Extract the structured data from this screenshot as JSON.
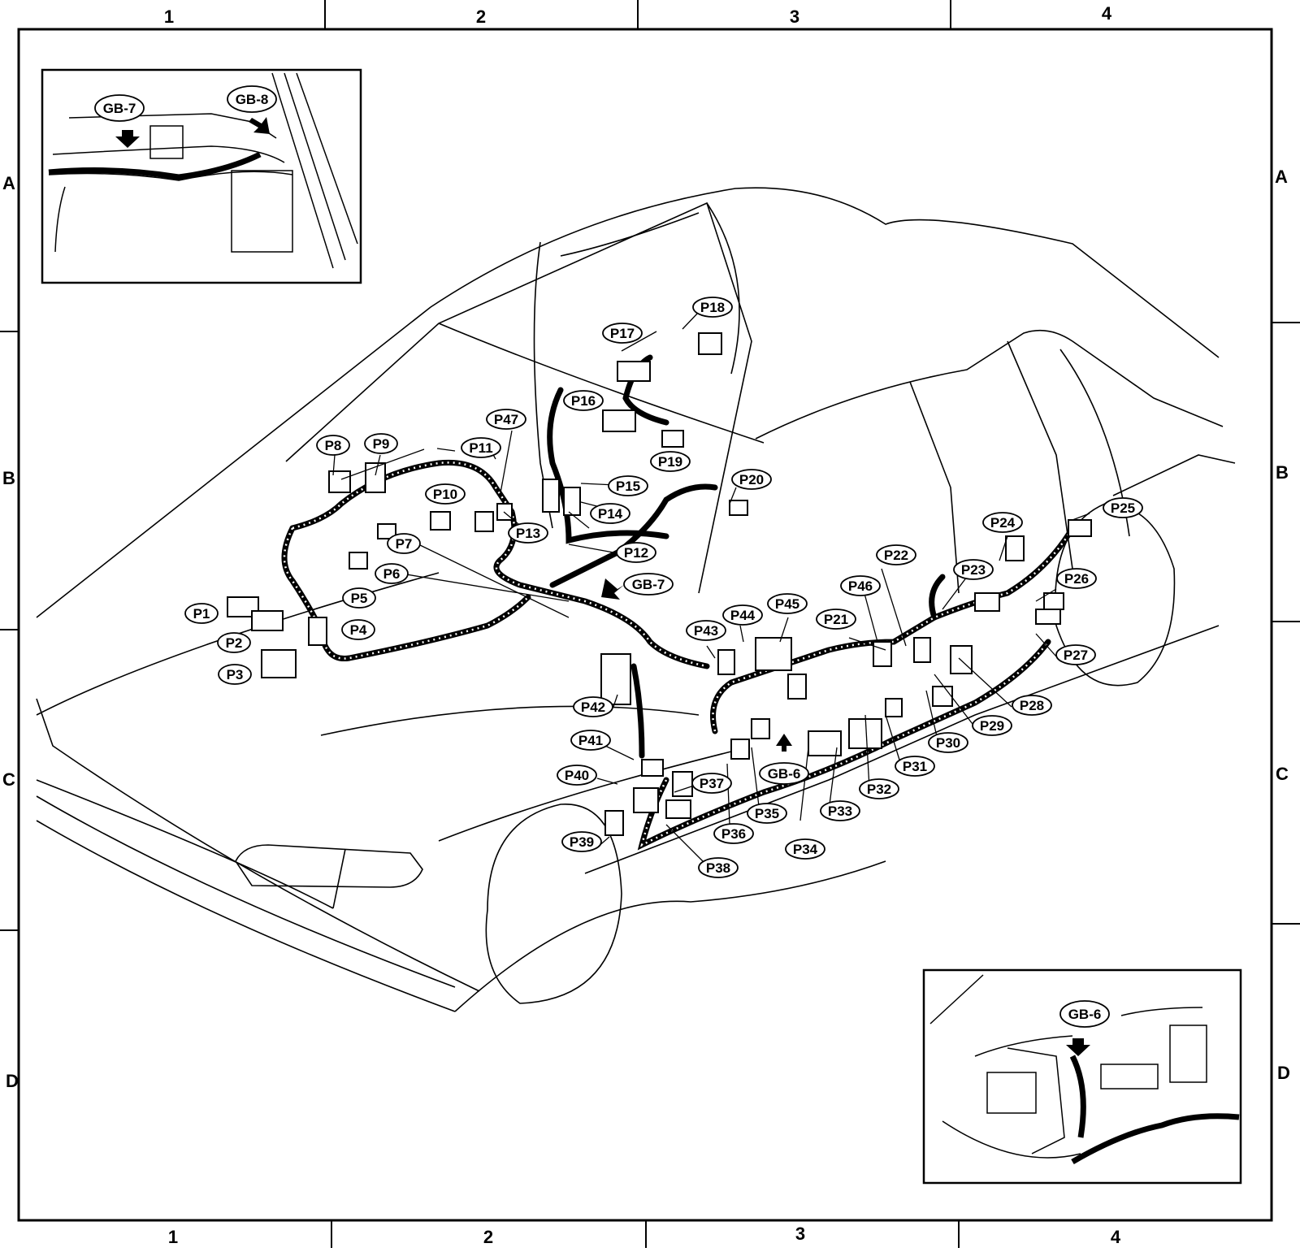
{
  "grid": {
    "columns": [
      "1",
      "2",
      "3",
      "4"
    ],
    "rows": [
      "A",
      "B",
      "C",
      "D"
    ]
  },
  "ground_labels": [
    "GB-7",
    "GB-8",
    "GB-6"
  ],
  "connector_labels": [
    "P1",
    "P2",
    "P3",
    "P4",
    "P5",
    "P6",
    "P7",
    "P8",
    "P9",
    "P10",
    "P11",
    "P12",
    "P13",
    "P14",
    "P15",
    "P16",
    "P17",
    "P18",
    "P19",
    "P20",
    "P21",
    "P22",
    "P23",
    "P24",
    "P25",
    "P26",
    "P27",
    "P28",
    "P29",
    "P30",
    "P31",
    "P32",
    "P33",
    "P34",
    "P35",
    "P36",
    "P37",
    "P38",
    "P39",
    "P40",
    "P41",
    "P42",
    "P43",
    "P44",
    "P45",
    "P46",
    "P47"
  ],
  "callouts": [
    {
      "text": "GB-7"
    },
    {
      "text": "GB-8"
    },
    {
      "text": "GB-6"
    },
    {
      "text": "P1"
    },
    {
      "text": "P2"
    },
    {
      "text": "P3"
    },
    {
      "text": "P4"
    },
    {
      "text": "P5"
    },
    {
      "text": "P6"
    },
    {
      "text": "P7"
    },
    {
      "text": "P8"
    },
    {
      "text": "P9"
    },
    {
      "text": "P10"
    },
    {
      "text": "P11"
    },
    {
      "text": "P12"
    },
    {
      "text": "P13"
    },
    {
      "text": "P14"
    },
    {
      "text": "P15"
    },
    {
      "text": "P16"
    },
    {
      "text": "P17"
    },
    {
      "text": "P18"
    },
    {
      "text": "P19"
    },
    {
      "text": "P20"
    },
    {
      "text": "P21"
    },
    {
      "text": "P22"
    },
    {
      "text": "P23"
    },
    {
      "text": "P24"
    },
    {
      "text": "P25"
    },
    {
      "text": "P26"
    },
    {
      "text": "P27"
    },
    {
      "text": "P28"
    },
    {
      "text": "P29"
    },
    {
      "text": "P30"
    },
    {
      "text": "P31"
    },
    {
      "text": "P32"
    },
    {
      "text": "P33"
    },
    {
      "text": "P34"
    },
    {
      "text": "P35"
    },
    {
      "text": "P36"
    },
    {
      "text": "P37"
    },
    {
      "text": "P38"
    },
    {
      "text": "P39"
    },
    {
      "text": "P40"
    },
    {
      "text": "P41"
    },
    {
      "text": "P42"
    },
    {
      "text": "P43"
    },
    {
      "text": "P44"
    },
    {
      "text": "P45"
    },
    {
      "text": "P46"
    },
    {
      "text": "P47"
    },
    {
      "text": "GB-7"
    },
    {
      "text": "GB-6"
    }
  ]
}
